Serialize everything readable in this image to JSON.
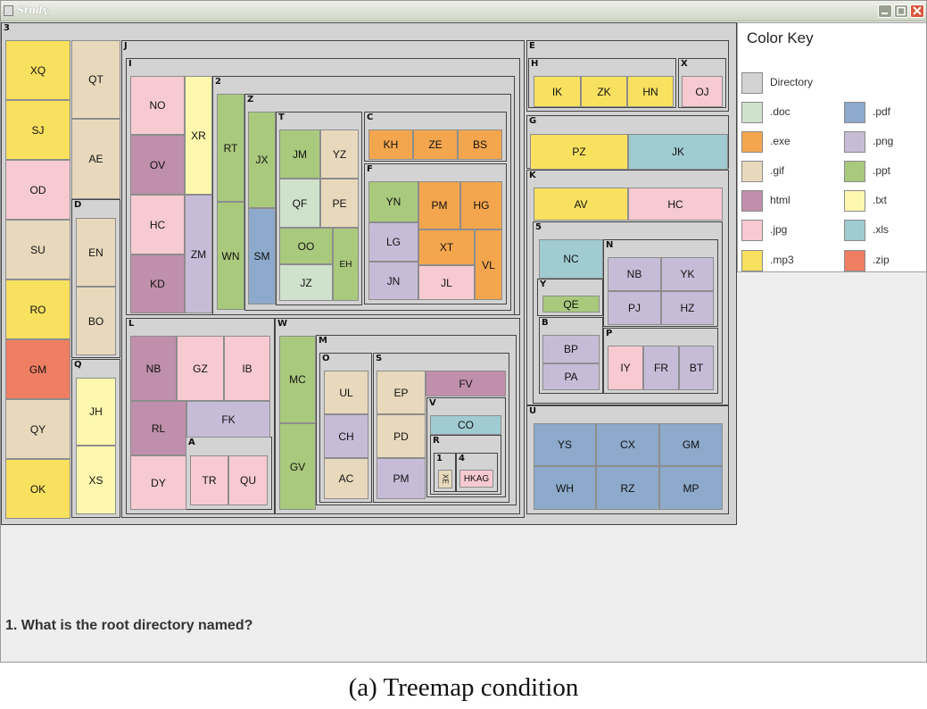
{
  "window": {
    "title": "Study",
    "controls": [
      "minimize-icon",
      "maximize-icon",
      "close-icon"
    ]
  },
  "colors": {
    "directory": "#d3d3d3",
    "doc": "#cfe2cc",
    "exe": "#f4a64e",
    "gif": "#e8d9bd",
    "html": "#c08fab",
    "jpg": "#f7cad2",
    "mp3": "#f9e160",
    "pdf": "#8da9cb",
    "png": "#c7bcd8",
    "ppt": "#a9c97d",
    "txt": "#fdf8ae",
    "xls": "#9fcbd1",
    "zip": "#ef7f62"
  },
  "treemap": {
    "root": "3",
    "directories": [
      "J",
      "I",
      "2",
      "Z",
      "T",
      "C",
      "F",
      "D",
      "Q",
      "L",
      "A",
      "W",
      "M",
      "O",
      "S",
      "V",
      "R",
      "1",
      "4",
      "E",
      "H",
      "X",
      "G",
      "K",
      "5",
      "Y",
      "N",
      "B",
      "P",
      "U"
    ],
    "files": {
      "XQ": "XQ",
      "SJ": "SJ",
      "OD": "OD",
      "SU": "SU",
      "RO": "RO",
      "GM": "GM",
      "QY": "QY",
      "OK": "OK",
      "QT": "QT",
      "AE": "AE",
      "EN": "EN",
      "BO": "BO",
      "JH": "JH",
      "XS": "XS",
      "NO": "NO",
      "OV": "OV",
      "HC": "HC",
      "KD": "KD",
      "XR": "XR",
      "ZM": "ZM",
      "RT": "RT",
      "WN": "WN",
      "JX": "JX",
      "SM": "SM",
      "JM": "JM",
      "YZ": "YZ",
      "QF": "QF",
      "PE": "PE",
      "OO": "OO",
      "EH": "EH",
      "JZ": "JZ",
      "KH": "KH",
      "ZE": "ZE",
      "BS": "BS",
      "YN": "YN",
      "PM": "PM",
      "HG": "HG",
      "LG": "LG",
      "XT": "XT",
      "VL": "VL",
      "JN": "JN",
      "JL": "JL",
      "NB": "NB",
      "GZ": "GZ",
      "IB": "IB",
      "RL": "RL",
      "FK": "FK",
      "DY": "DY",
      "TR": "TR",
      "QU": "QU",
      "MC": "MC",
      "GV": "GV",
      "UL": "UL",
      "CH": "CH",
      "AC": "AC",
      "EP": "EP",
      "FV": "FV",
      "PD": "PD",
      "CO": "CO",
      "PM2": "PM",
      "XE": "XE",
      "HKAG": "HKAG",
      "IK": "IK",
      "ZK": "ZK",
      "HN": "HN",
      "OJ": "OJ",
      "PZ": "PZ",
      "JK": "JK",
      "AV": "AV",
      "HC2": "HC",
      "NC": "NC",
      "QE": "QE",
      "BP": "BP",
      "PA": "PA",
      "NB2": "NB",
      "YK": "YK",
      "PJ": "PJ",
      "HZ": "HZ",
      "IY": "IY",
      "FR": "FR",
      "BT": "BT",
      "YS": "YS",
      "CX": "CX",
      "GM2": "GM",
      "WH": "WH",
      "RZ": "RZ",
      "MP": "MP"
    }
  },
  "color_key": {
    "title": "Color Key",
    "items": {
      "directory": "Directory",
      "doc": ".doc",
      "exe": ".exe",
      "gif": ".gif",
      "html": "html",
      "jpg": ".jpg",
      "mp3": ".mp3",
      "pdf": ".pdf",
      "png": ".png",
      "ppt": ".ppt",
      "txt": ".txt",
      "xls": ".xls",
      "zip": ".zip"
    }
  },
  "question": "1. What is the root directory named?",
  "caption": "(a)  Treemap condition"
}
